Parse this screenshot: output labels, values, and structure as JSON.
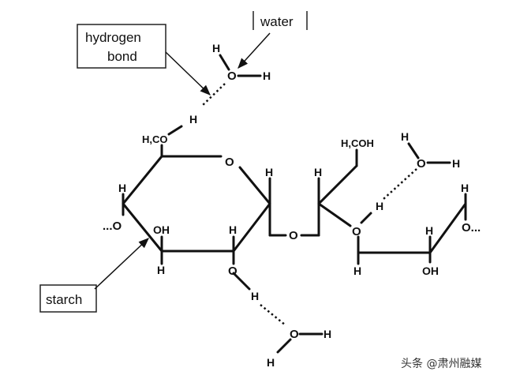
{
  "labels": {
    "water": "water",
    "hydrogen_bond_line1": "hydrogen",
    "hydrogen_bond_line2": "bond",
    "starch": "starch"
  },
  "atoms": {
    "hydrogen": "H",
    "oxygen": "O",
    "hydroxyl": "OH",
    "ring_oxygen_dots": "...O",
    "chain_oxygen_dots": "O...",
    "ch2o": "H,CO",
    "ch2oh": "H,COH"
  },
  "watermark": "头条 @肃州融媒"
}
